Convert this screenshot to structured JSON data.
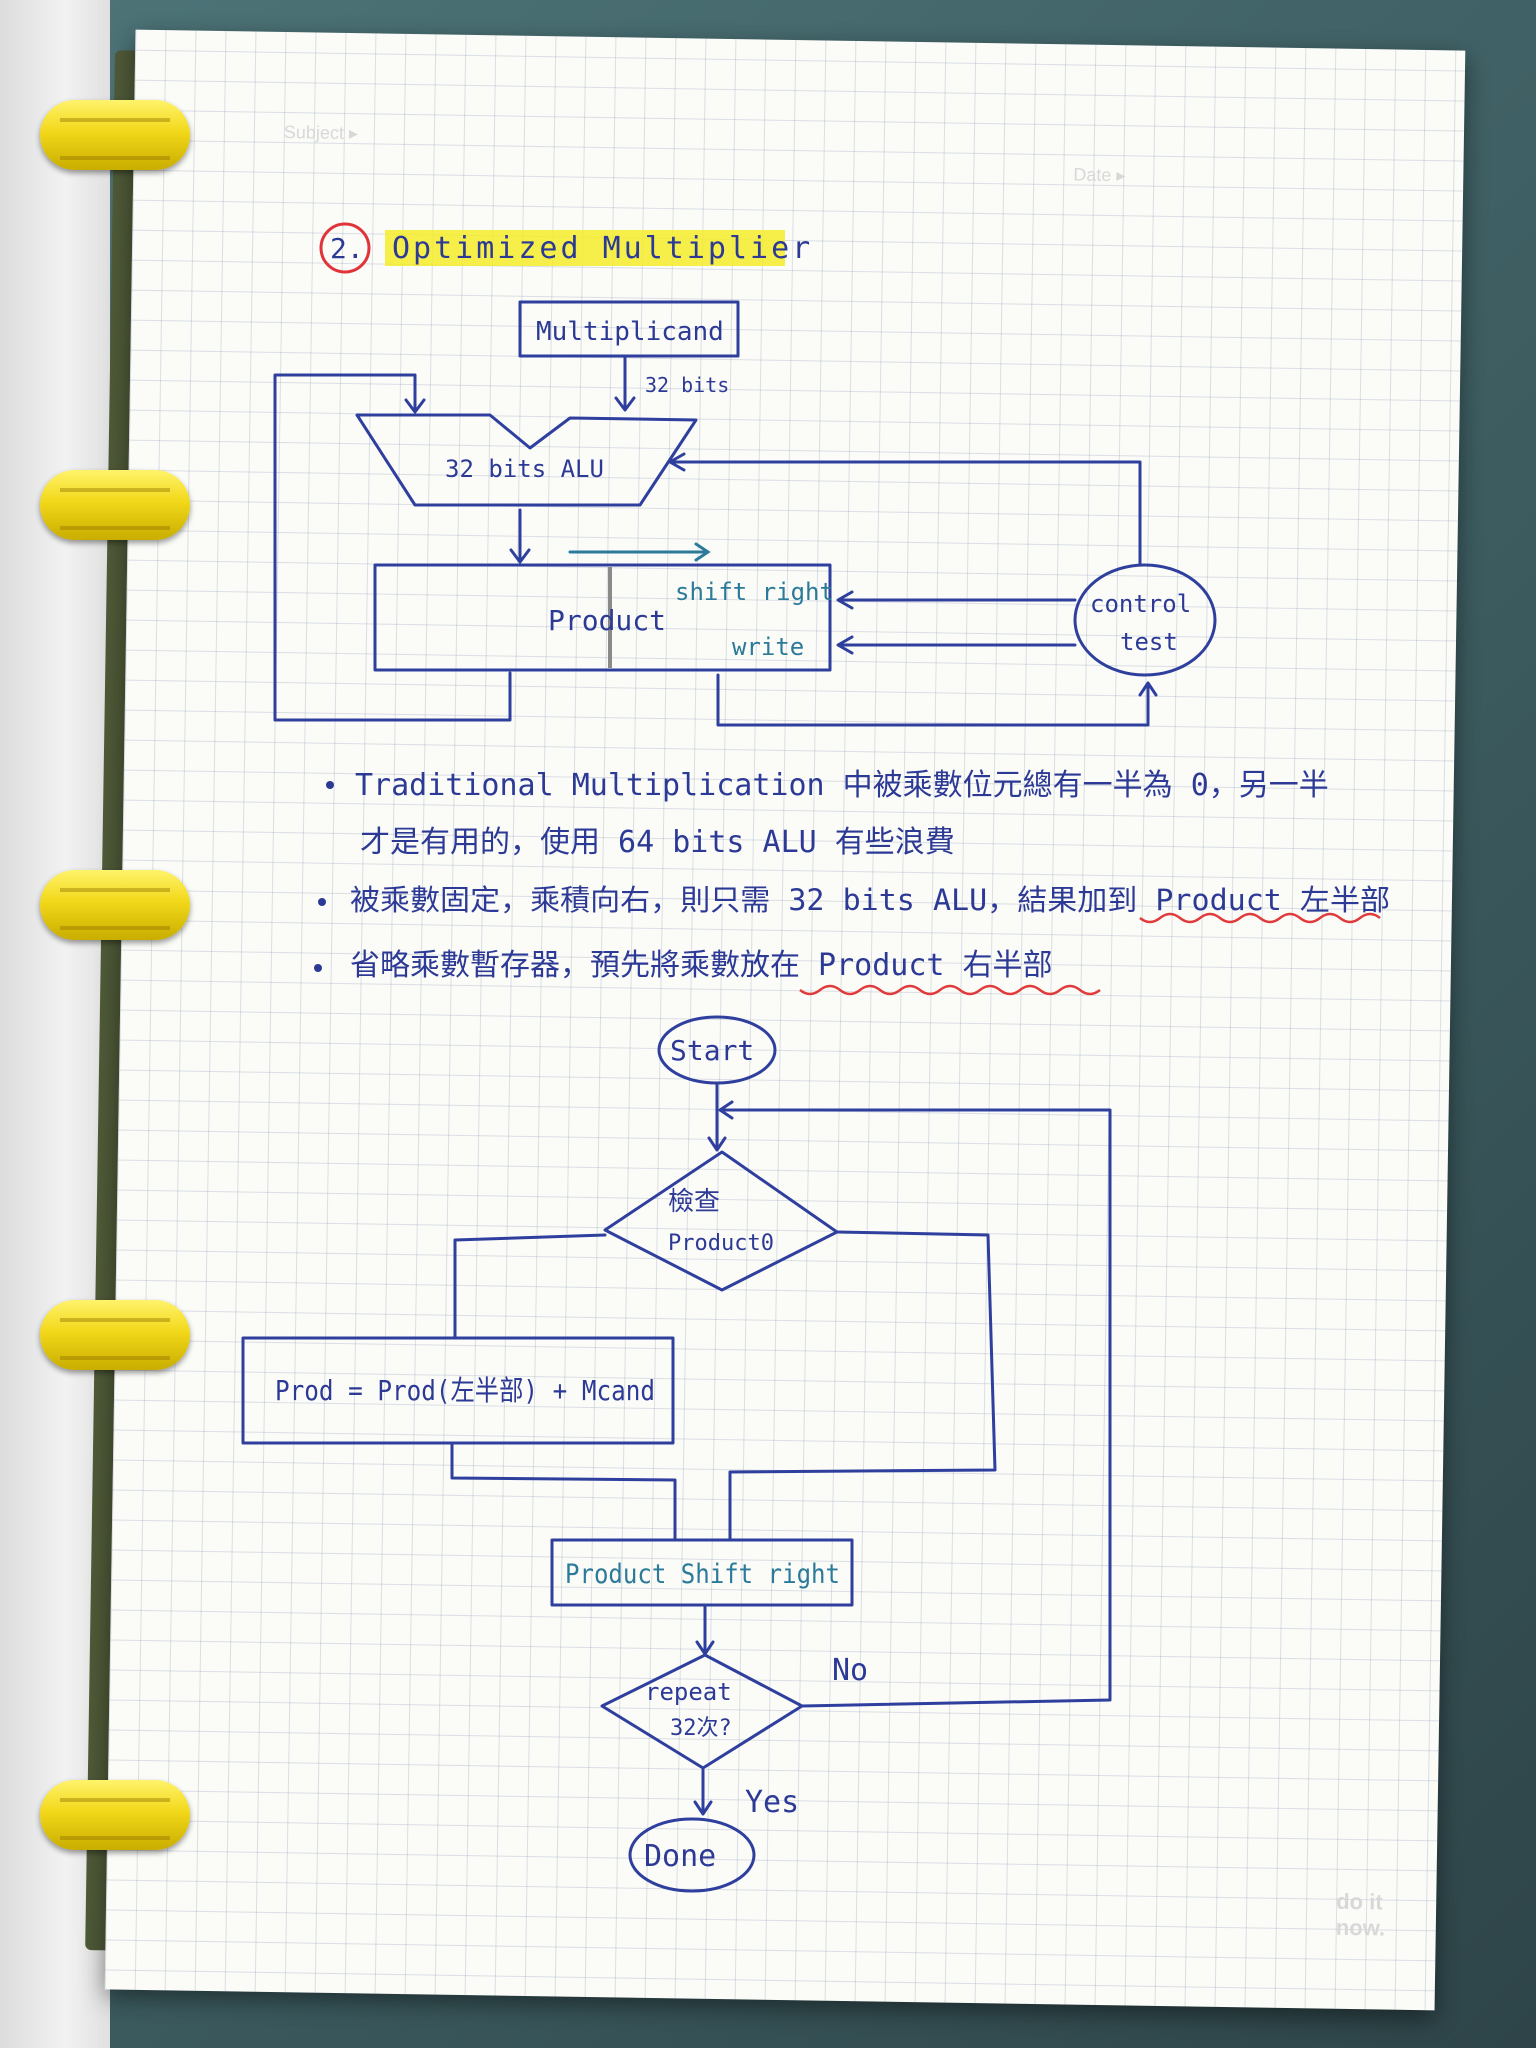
{
  "printed": {
    "subject_label": "Subject ▸",
    "date_label": "Date ▸",
    "footer_brand": "do it now."
  },
  "title": {
    "number": "2.",
    "text": "Optimized Multiplier"
  },
  "hardware": {
    "multiplicand": "Multiplicand",
    "width_label": "32 bits",
    "alu": "32 bits ALU",
    "product": "Product",
    "shift_right": "shift right",
    "write": "write",
    "control_line1": "control",
    "control_line2": "test"
  },
  "notes": [
    {
      "line1": "Traditional Multiplication 中被乘數位元總有一半為 0，另一半",
      "line2": "才是有用的，使用 64 bits ALU 有些浪費"
    },
    {
      "line1": "被乘數固定，乘積向右，則只需 32 bits ALU，結果加到 Product 左半部",
      "line2": ""
    },
    {
      "line1": "省略乘數暫存器，預先將乘數放在 Product 右半部",
      "line2": ""
    }
  ],
  "flowchart": {
    "start": "Start",
    "check_line1": "檢查",
    "check_line2": "Product0",
    "add_step": "Prod = Prod(左半部) + Mcand",
    "shift_step": "Product Shift right",
    "repeat_line1": "repeat",
    "repeat_line2": "32次?",
    "no_label": "No",
    "yes_label": "Yes",
    "done": "Done"
  },
  "colors": {
    "ink": "#2f3f9e",
    "teal_ink": "#2b7a9a",
    "highlight": "#f5ec2a",
    "red_circle": "#e0333a",
    "red_wavy": "#e03a3a"
  }
}
